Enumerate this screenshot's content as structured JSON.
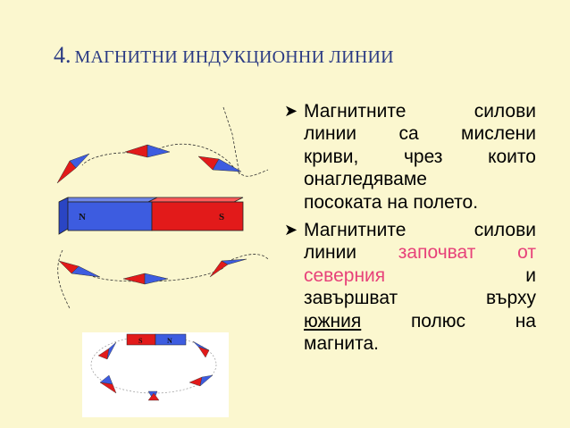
{
  "title": {
    "number": "4.",
    "text": "МАГНИТНИ ИНДУКЦИОННИ ЛИНИИ"
  },
  "magnet_large": {
    "north": "N",
    "south": "S"
  },
  "magnet_small": {
    "south": "S",
    "north": "N"
  },
  "bullets": [
    {
      "lines": [
        [
          "Магнитните",
          "силови"
        ],
        [
          "линии",
          "са",
          "мислени"
        ],
        [
          "криви,",
          "чрез",
          "които"
        ],
        [
          "онагледяваме"
        ],
        [
          "посоката на полето."
        ]
      ]
    },
    {
      "line1": [
        "Магнитните",
        "силови"
      ],
      "line2_a": "линии",
      "line2_b": "започват",
      "line2_c": "от",
      "line3_a": "северния",
      "line3_b": "и",
      "line4_a": "завършват",
      "line4_b": "върху",
      "line5_a": "южния",
      "line5_b": "полюс",
      "line5_c": "на",
      "line6": "магнита."
    }
  ],
  "colors": {
    "title": "#2b3b84",
    "north": "#3d5ce0",
    "south": "#e21a1a",
    "highlight": "#e7427a",
    "background": "#fbf7cf"
  },
  "icons": {
    "bullet": "arrowhead-bullet-icon"
  }
}
